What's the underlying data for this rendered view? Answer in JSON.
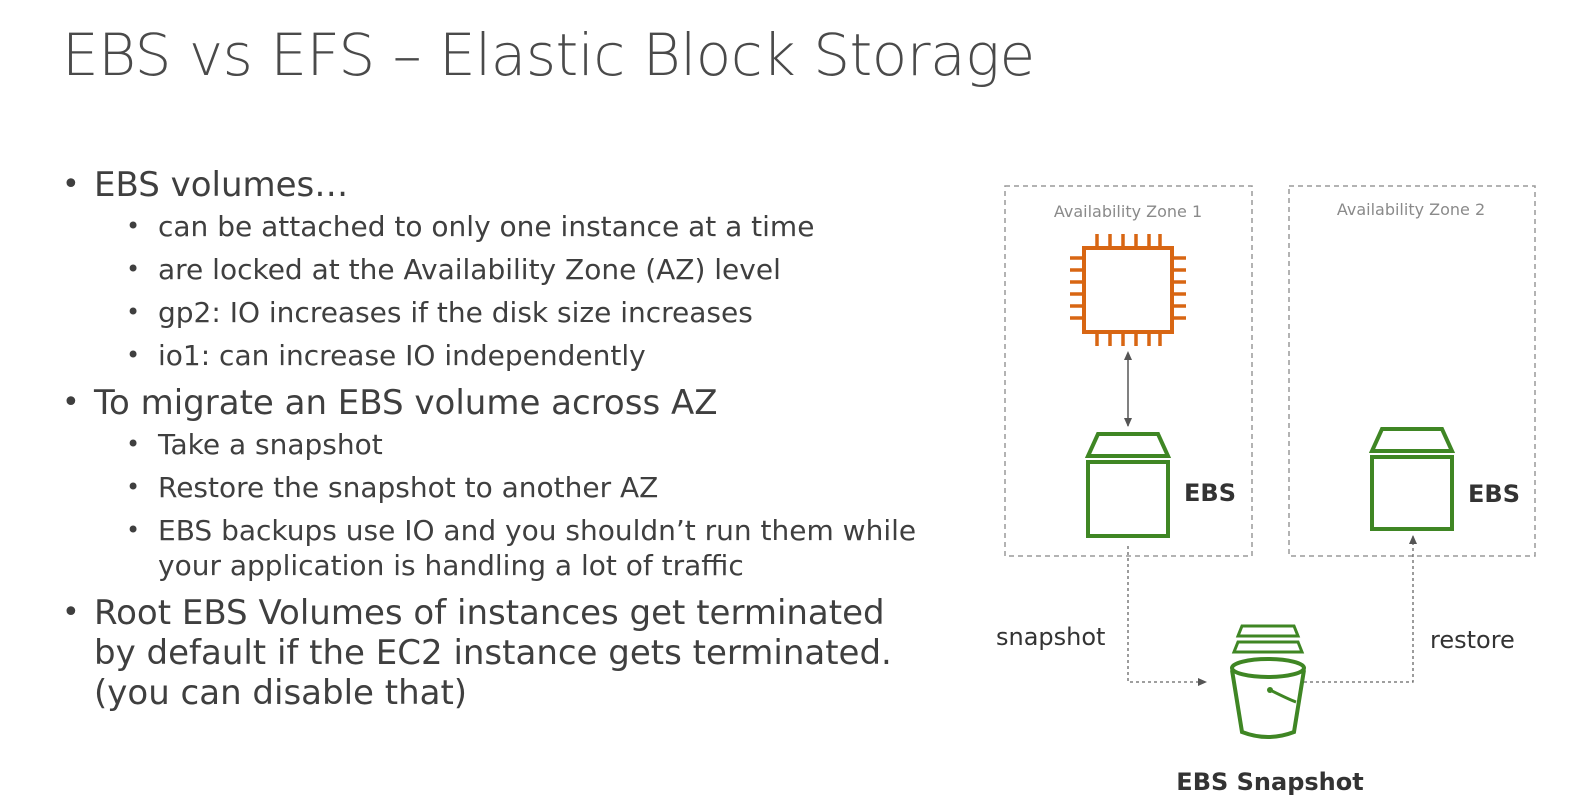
{
  "title": "EBS vs EFS – Elastic Block Storage",
  "bullets": [
    {
      "text": "EBS volumes…",
      "sub": [
        "can be attached to only one instance at a time",
        "are locked at the Availability Zone (AZ) level",
        "gp2: IO increases if the disk size increases",
        "io1: can increase IO independently"
      ]
    },
    {
      "text": "To migrate an EBS volume across AZ",
      "sub": [
        "Take a snapshot",
        "Restore the snapshot to another AZ",
        "EBS backups use IO and you shouldn’t run them while your application is handling a lot of traffic"
      ]
    },
    {
      "text": "Root EBS Volumes of instances get terminated by default if the EC2 instance gets terminated. (you can disable that)",
      "sub": []
    }
  ],
  "diagram": {
    "zone1_label": "Availability Zone 1",
    "zone2_label": "Availability Zone 2",
    "ebs1_label": "EBS",
    "ebs2_label": "EBS",
    "snapshot_arrow_label": "snapshot",
    "restore_arrow_label": "restore",
    "snapshot_caption": "EBS Snapshot",
    "icons": {
      "instance": "ec2-instance-chip-icon",
      "volume": "ebs-volume-icon",
      "bucket": "snapshot-bucket-icon"
    },
    "colors": {
      "ec2": "#d86613",
      "ebs": "#3f8624",
      "zone_border": "#9a9a9a",
      "arrow": "#555555"
    }
  }
}
